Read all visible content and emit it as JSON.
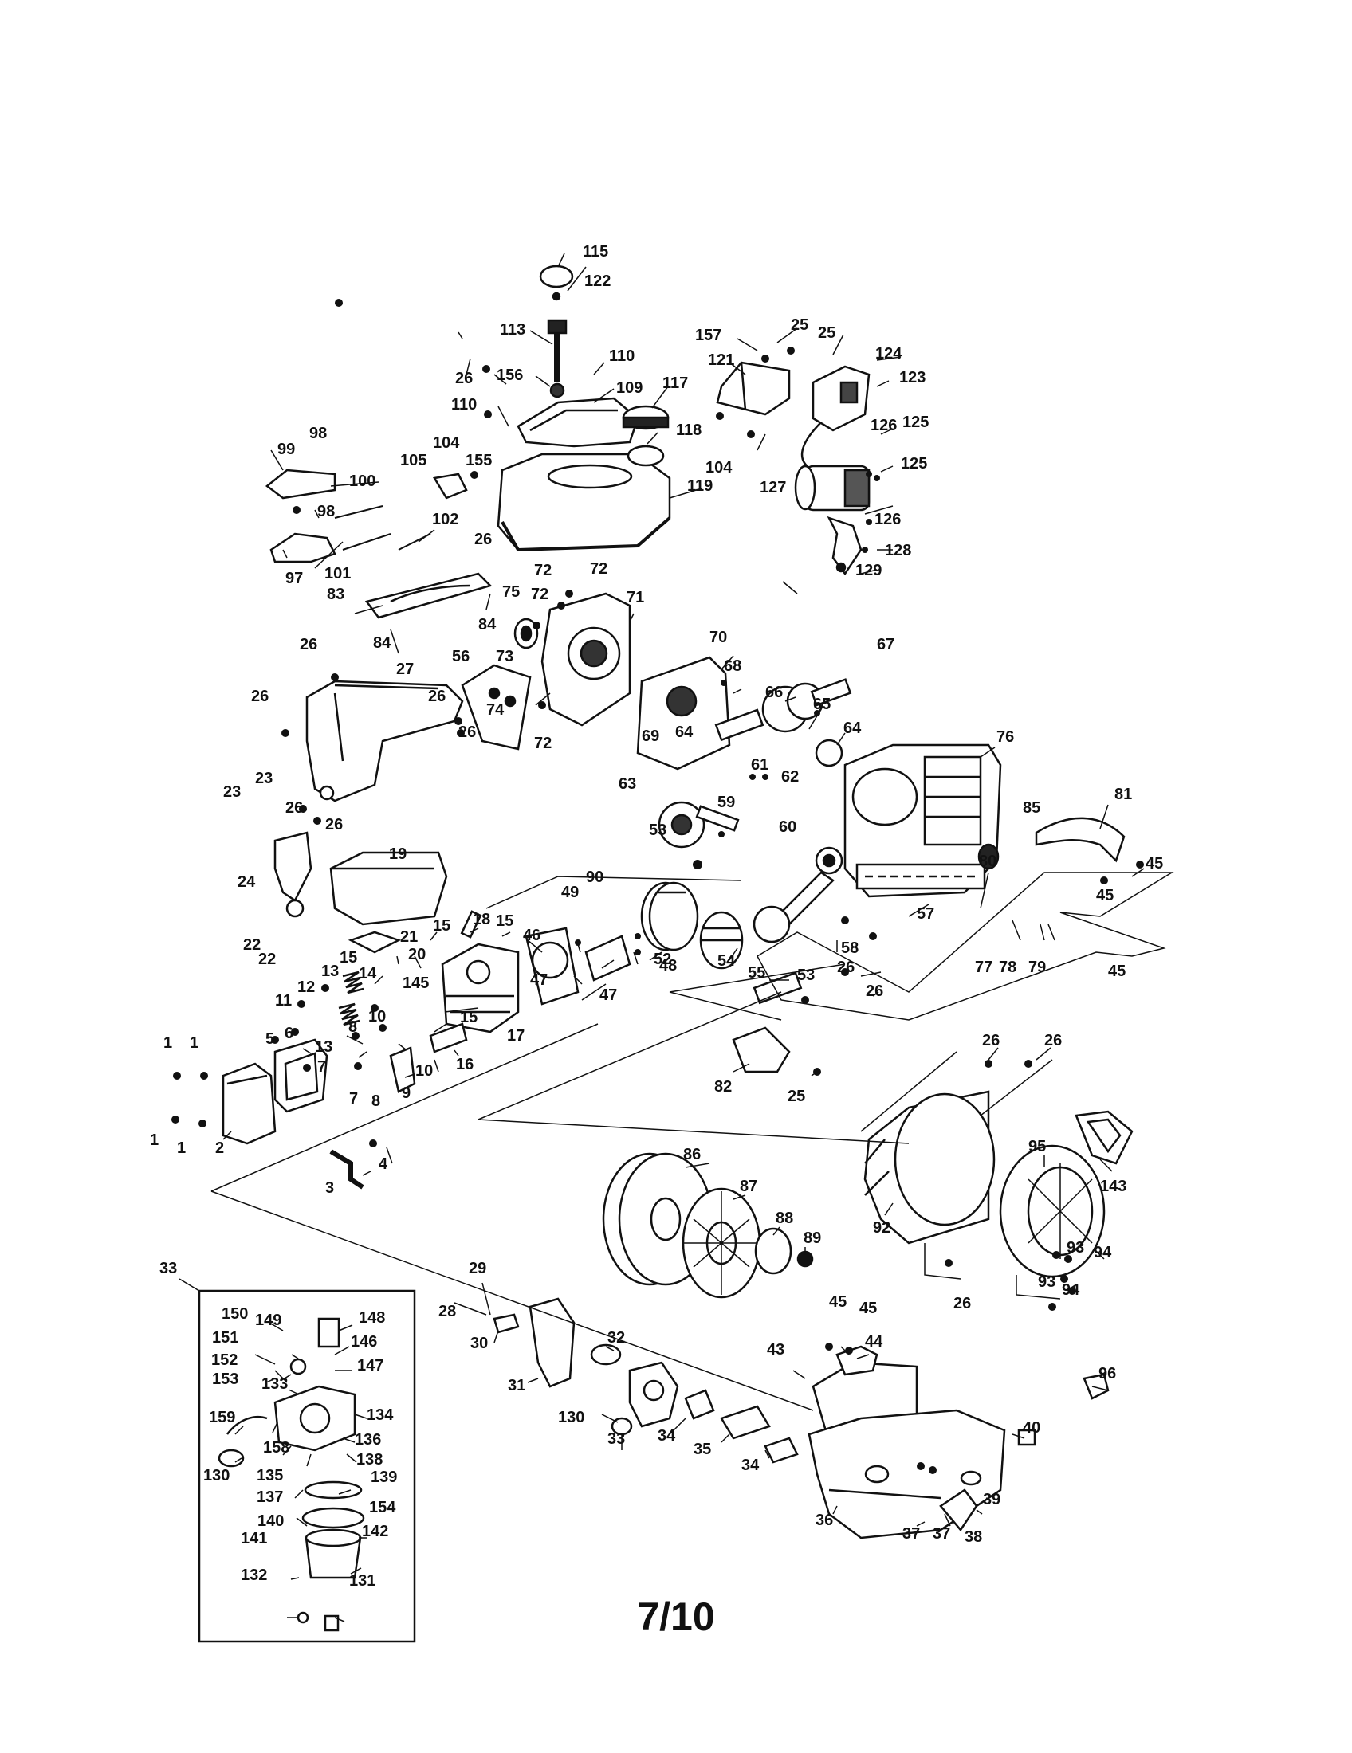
{
  "page_number": "7/10",
  "labels": {
    "l1a": "1",
    "l1b": "1",
    "l1c": "1",
    "l1d": "1",
    "l2": "2",
    "l3": "3",
    "l4": "4",
    "l5": "5",
    "l6": "6",
    "l7a": "7",
    "l7b": "7",
    "l8a": "8",
    "l8b": "8",
    "l9": "9",
    "l10a": "10",
    "l10b": "10",
    "l11": "11",
    "l12": "12",
    "l13a": "13",
    "l13b": "13",
    "l14": "14",
    "l15a": "15",
    "l15b": "15",
    "l15c": "15",
    "l15d": "15",
    "l16": "16",
    "l17": "17",
    "l18": "18",
    "l19": "19",
    "l20": "20",
    "l21": "21",
    "l22a": "22",
    "l22b": "22",
    "l23a": "23",
    "l23b": "23",
    "l24": "24",
    "l25a": "25",
    "l25b": "25",
    "l25c": "25",
    "l26a": "26",
    "l26b": "26",
    "l26c": "26",
    "l26d": "26",
    "l26e": "26",
    "l26f": "26",
    "l26g": "26",
    "l26h": "26",
    "l26i": "26",
    "l26j": "26",
    "l26k": "26",
    "l26l": "26",
    "l26m": "26",
    "l27": "27",
    "l28": "28",
    "l29": "29",
    "l30": "30",
    "l31": "31",
    "l32": "32",
    "l33a": "33",
    "l33b": "33",
    "l34a": "34",
    "l34b": "34",
    "l35": "35",
    "l36": "36",
    "l37a": "37",
    "l37b": "37",
    "l38": "38",
    "l39": "39",
    "l40": "40",
    "l43": "43",
    "l44": "44",
    "l45a": "45",
    "l45b": "45",
    "l45c": "45",
    "l45d": "45",
    "l46": "46",
    "l47a": "47",
    "l47b": "47",
    "l48": "48",
    "l49": "49",
    "l52": "52",
    "l53a": "53",
    "l53b": "53",
    "l54": "54",
    "l55": "55",
    "l56": "56",
    "l57": "57",
    "l58": "58",
    "l59": "59",
    "l60": "60",
    "l61": "61",
    "l62": "62",
    "l63": "63",
    "l64a": "64",
    "l64b": "64",
    "l65": "65",
    "l66": "66",
    "l67": "67",
    "l68": "68",
    "l69": "69",
    "l70": "70",
    "l71": "71",
    "l72a": "72",
    "l72b": "72",
    "l72c": "72",
    "l72d": "72",
    "l73": "73",
    "l74": "74",
    "l75": "75",
    "l76": "76",
    "l77": "77",
    "l78": "78",
    "l79": "79",
    "l80": "80",
    "l81": "81",
    "l82": "82",
    "l83": "83",
    "l84a": "84",
    "l84b": "84",
    "l85": "85",
    "l86": "86",
    "l87": "87",
    "l88": "88",
    "l89": "89",
    "l90": "90",
    "l92": "92",
    "l93a": "93",
    "l93b": "93",
    "l94a": "94",
    "l94b": "94",
    "l95": "95",
    "l96": "96",
    "l97": "97",
    "l98a": "98",
    "l98b": "98",
    "l99": "99",
    "l100": "100",
    "l101": "101",
    "l102": "102",
    "l104a": "104",
    "l104b": "104",
    "l105": "105",
    "l109": "109",
    "l110a": "110",
    "l110b": "110",
    "l113": "113",
    "l115": "115",
    "l117": "117",
    "l118": "118",
    "l119": "119",
    "l121": "121",
    "l122": "122",
    "l123": "123",
    "l124": "124",
    "l125a": "125",
    "l125b": "125",
    "l126a": "126",
    "l126b": "126",
    "l127": "127",
    "l128": "128",
    "l129": "129",
    "l130a": "130",
    "l130b": "130",
    "l131": "131",
    "l132": "132",
    "l133": "133",
    "l134": "134",
    "l135": "135",
    "l136": "136",
    "l137": "137",
    "l138": "138",
    "l139": "139",
    "l140": "140",
    "l141": "141",
    "l142": "142",
    "l143": "143",
    "l145": "145",
    "l146": "146",
    "l147": "147",
    "l148": "148",
    "l149": "149",
    "l150": "150",
    "l151": "151",
    "l152": "152",
    "l153": "153",
    "l154": "154",
    "l155": "155",
    "l156": "156",
    "l157": "157",
    "l158": "158",
    "l159": "159"
  }
}
